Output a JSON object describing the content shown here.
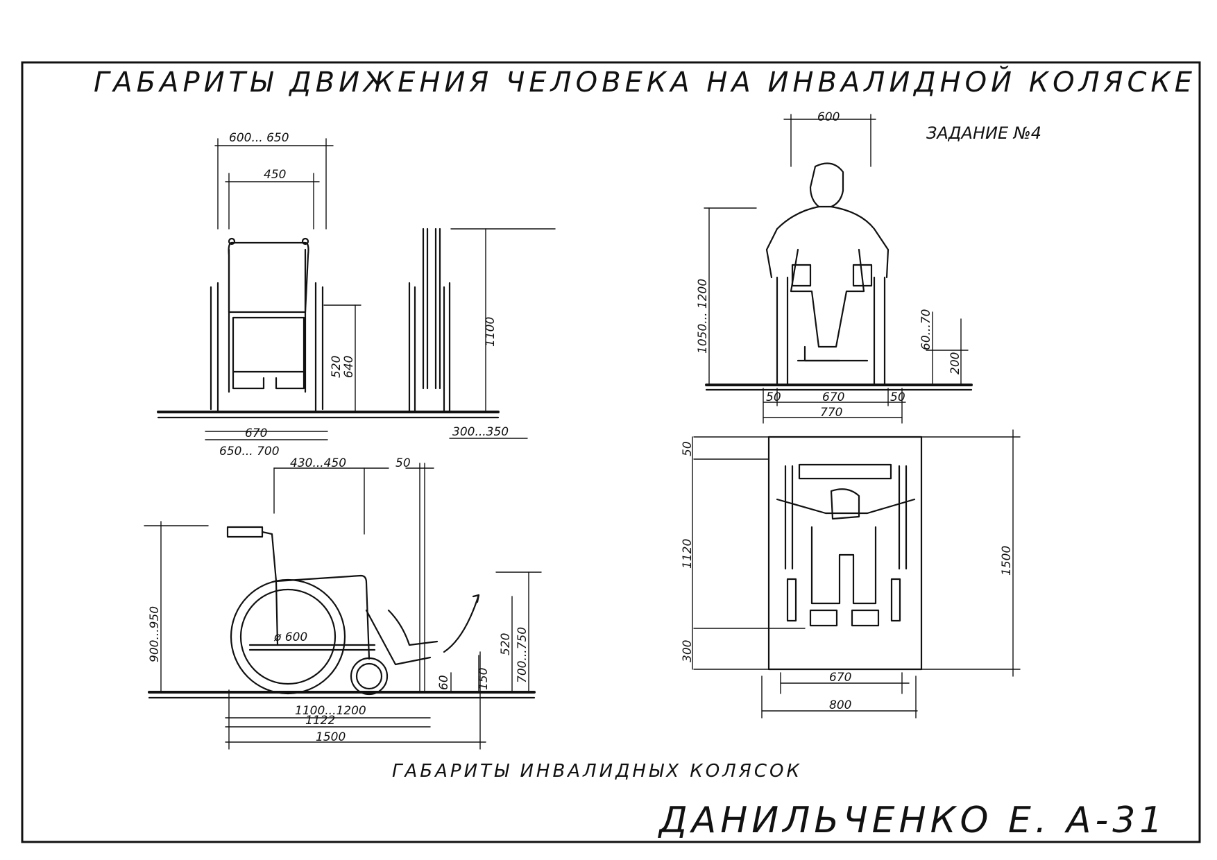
{
  "title": "ГАБАРИТЫ ДВИЖЕНИЯ ЧЕЛОВЕКА НА ИНВАЛИДНОЙ КОЛЯСКЕ",
  "task": "ЗАДАНИЕ №4",
  "subtitle": "ГАБАРИТЫ ИНВАЛИДНЫХ КОЛЯСОК",
  "author": "ДАНИЛЬЧЕНКО Е. А-31",
  "front_view": {
    "d_600_650": "600... 650",
    "d_450": "450",
    "d_670": "670",
    "d_650_700": "650... 700",
    "d_520": "520",
    "d_640": "640",
    "d_1100": "1100",
    "d_300_350": "300...350"
  },
  "side_view": {
    "d_430_450": "430...450",
    "d_50": "50",
    "d_900_950": "900...950",
    "d_wheel": "ø 600",
    "d_1100_1200": "1100...1200",
    "d_1122": "1122",
    "d_1500": "1500",
    "d_60": "60",
    "d_150": "150",
    "d_520": "520",
    "d_700_750": "700...750"
  },
  "person_front": {
    "d_600": "600",
    "d_1050_1200": "1050... 1200",
    "d_60_70": "60...70",
    "d_200": "200",
    "d_50a": "50",
    "d_670": "670",
    "d_50b": "50",
    "d_770": "770"
  },
  "person_top": {
    "d_50": "50",
    "d_1120": "1120",
    "d_300": "300",
    "d_1500": "1500",
    "d_670": "670",
    "d_800": "800"
  }
}
